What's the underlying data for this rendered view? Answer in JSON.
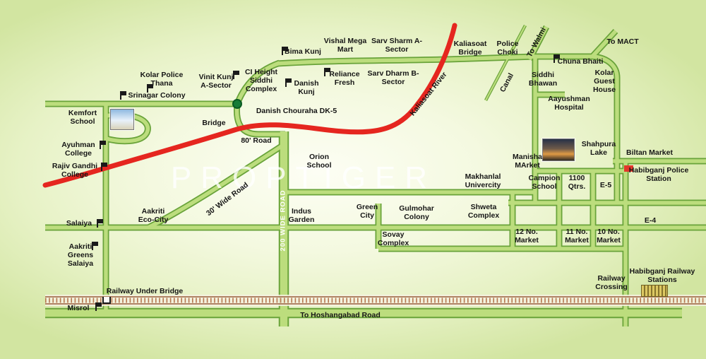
{
  "map": {
    "watermark": "PROPTIGER",
    "colors": {
      "road_fill": "#bcdd7d",
      "road_outline": "#69a33a",
      "river_red": "#e5261f",
      "railway_brown": "#b5764d",
      "police_marker_red": "#e2372b",
      "junction_dot_green": "#177c36"
    },
    "icons": [
      {
        "name": "danish-chouraha-junction-dot",
        "shape": "filled-circle",
        "color": "#177c36"
      },
      {
        "name": "flag-marker-icon",
        "shape": "black-flag",
        "color": "#1a1a1a"
      },
      {
        "name": "habibganj-police-station-marker-icon",
        "shape": "red-rectangle",
        "color": "#e2372b"
      },
      {
        "name": "habibganj-railway-station-icon",
        "shape": "striped-platform",
        "color": "#dcc862"
      },
      {
        "name": "railway-underpass-icon",
        "shape": "bracket",
        "color": "#1a1a1a"
      },
      {
        "name": "kemfort-school-photo",
        "shape": "photo-thumbnail"
      },
      {
        "name": "shahpura-lake-photo",
        "shape": "photo-thumbnail"
      }
    ],
    "labels": [
      {
        "id": "bima-kunj",
        "text": "Bima Kunj"
      },
      {
        "id": "vishal-mega-mart",
        "text": "Vishal Mega Mart"
      },
      {
        "id": "sarv-sharm-a-sector",
        "text": "Sarv Sharm A-Sector"
      },
      {
        "id": "kaliasoat-bridge",
        "text": "Kaliasoat Bridge"
      },
      {
        "id": "police-choki",
        "text": "Police Choki"
      },
      {
        "id": "to-walmi",
        "text": "To Walmi"
      },
      {
        "id": "chuna-bhaiti",
        "text": "Chuna Bhaiti"
      },
      {
        "id": "to-mact",
        "text": "To MACT"
      },
      {
        "id": "kolar-guest-house",
        "text": "Kolar Guest House"
      },
      {
        "id": "kolar-police-thana",
        "text": "Kolar Police Thana"
      },
      {
        "id": "vinit-kunj-a-sector",
        "text": "Vinit Kunj A-Sector"
      },
      {
        "id": "ci-height-siddhi-complex",
        "text": "CI Height Siddhi Complex"
      },
      {
        "id": "danish-kunj",
        "text": "Danish Kunj"
      },
      {
        "id": "reliance-fresh",
        "text": "Reliance Fresh"
      },
      {
        "id": "sarv-dharm-b-sector",
        "text": "Sarv Dharm B-Sector"
      },
      {
        "id": "srinagar-colony",
        "text": "Srinagar Colony"
      },
      {
        "id": "kemfort-school",
        "text": "Kemfort School"
      },
      {
        "id": "danish-chouraha-dk5",
        "text": "Danish Chouraha DK-5"
      },
      {
        "id": "bridge",
        "text": "Bridge"
      },
      {
        "id": "road-80",
        "text": "80' Road"
      },
      {
        "id": "kaliasoat-river",
        "text": "Kaliasoat River"
      },
      {
        "id": "canal",
        "text": "Canal"
      },
      {
        "id": "siddhi-bhawan",
        "text": "Siddhi Bhawan"
      },
      {
        "id": "aayushman-hospital",
        "text": "Aayushman Hospital"
      },
      {
        "id": "shahpura-lake",
        "text": "Shahpura Lake"
      },
      {
        "id": "biltan-market",
        "text": "Biltan Market"
      },
      {
        "id": "habibganj-police-station",
        "text": "Habibganj Police Station"
      },
      {
        "id": "manisha-market",
        "text": "Manisha MArket"
      },
      {
        "id": "makhanlal-univercity",
        "text": "Makhanlal Univercity"
      },
      {
        "id": "campion-school",
        "text": "Campion School"
      },
      {
        "id": "qtrs-1100",
        "text": "1100 Qtrs."
      },
      {
        "id": "e-5",
        "text": "E-5"
      },
      {
        "id": "e-4",
        "text": "E-4"
      },
      {
        "id": "ayuhman-college",
        "text": "Ayuhman College"
      },
      {
        "id": "rajiv-gandhi-college",
        "text": "Rajiv Gandhi College"
      },
      {
        "id": "orion-school",
        "text": "Orion School"
      },
      {
        "id": "wide-road-30",
        "text": "30' Wide Road"
      },
      {
        "id": "wide-road-200",
        "text": "200 WIDE ROAD"
      },
      {
        "id": "indus-garden",
        "text": "Indus Garden"
      },
      {
        "id": "green-city",
        "text": "Green City"
      },
      {
        "id": "gulmohar-colony",
        "text": "Gulmohar Colony"
      },
      {
        "id": "shweta-complex",
        "text": "Shweta Complex"
      },
      {
        "id": "sovay-complex",
        "text": "Sovay Complex"
      },
      {
        "id": "market-12-no",
        "text": "12 No. Market"
      },
      {
        "id": "market-11-no",
        "text": "11 No. Market"
      },
      {
        "id": "market-10-no",
        "text": "10 No. Market"
      },
      {
        "id": "salaiya",
        "text": "Salaiya"
      },
      {
        "id": "aakriti-eco-city",
        "text": "Aakriti Eco-City"
      },
      {
        "id": "aakriti-greens-salaiya",
        "text": "Aakriti Greens Salaiya"
      },
      {
        "id": "railway-under-bridge",
        "text": "Railway Under Bridge"
      },
      {
        "id": "misrol",
        "text": "Misrol"
      },
      {
        "id": "to-hoshangabad-road",
        "text": "To Hoshangabad Road"
      },
      {
        "id": "railway-crossing",
        "text": "Railway Crossing"
      },
      {
        "id": "habibganj-railway-stations",
        "text": "Habibganj Railway Stations"
      }
    ]
  }
}
